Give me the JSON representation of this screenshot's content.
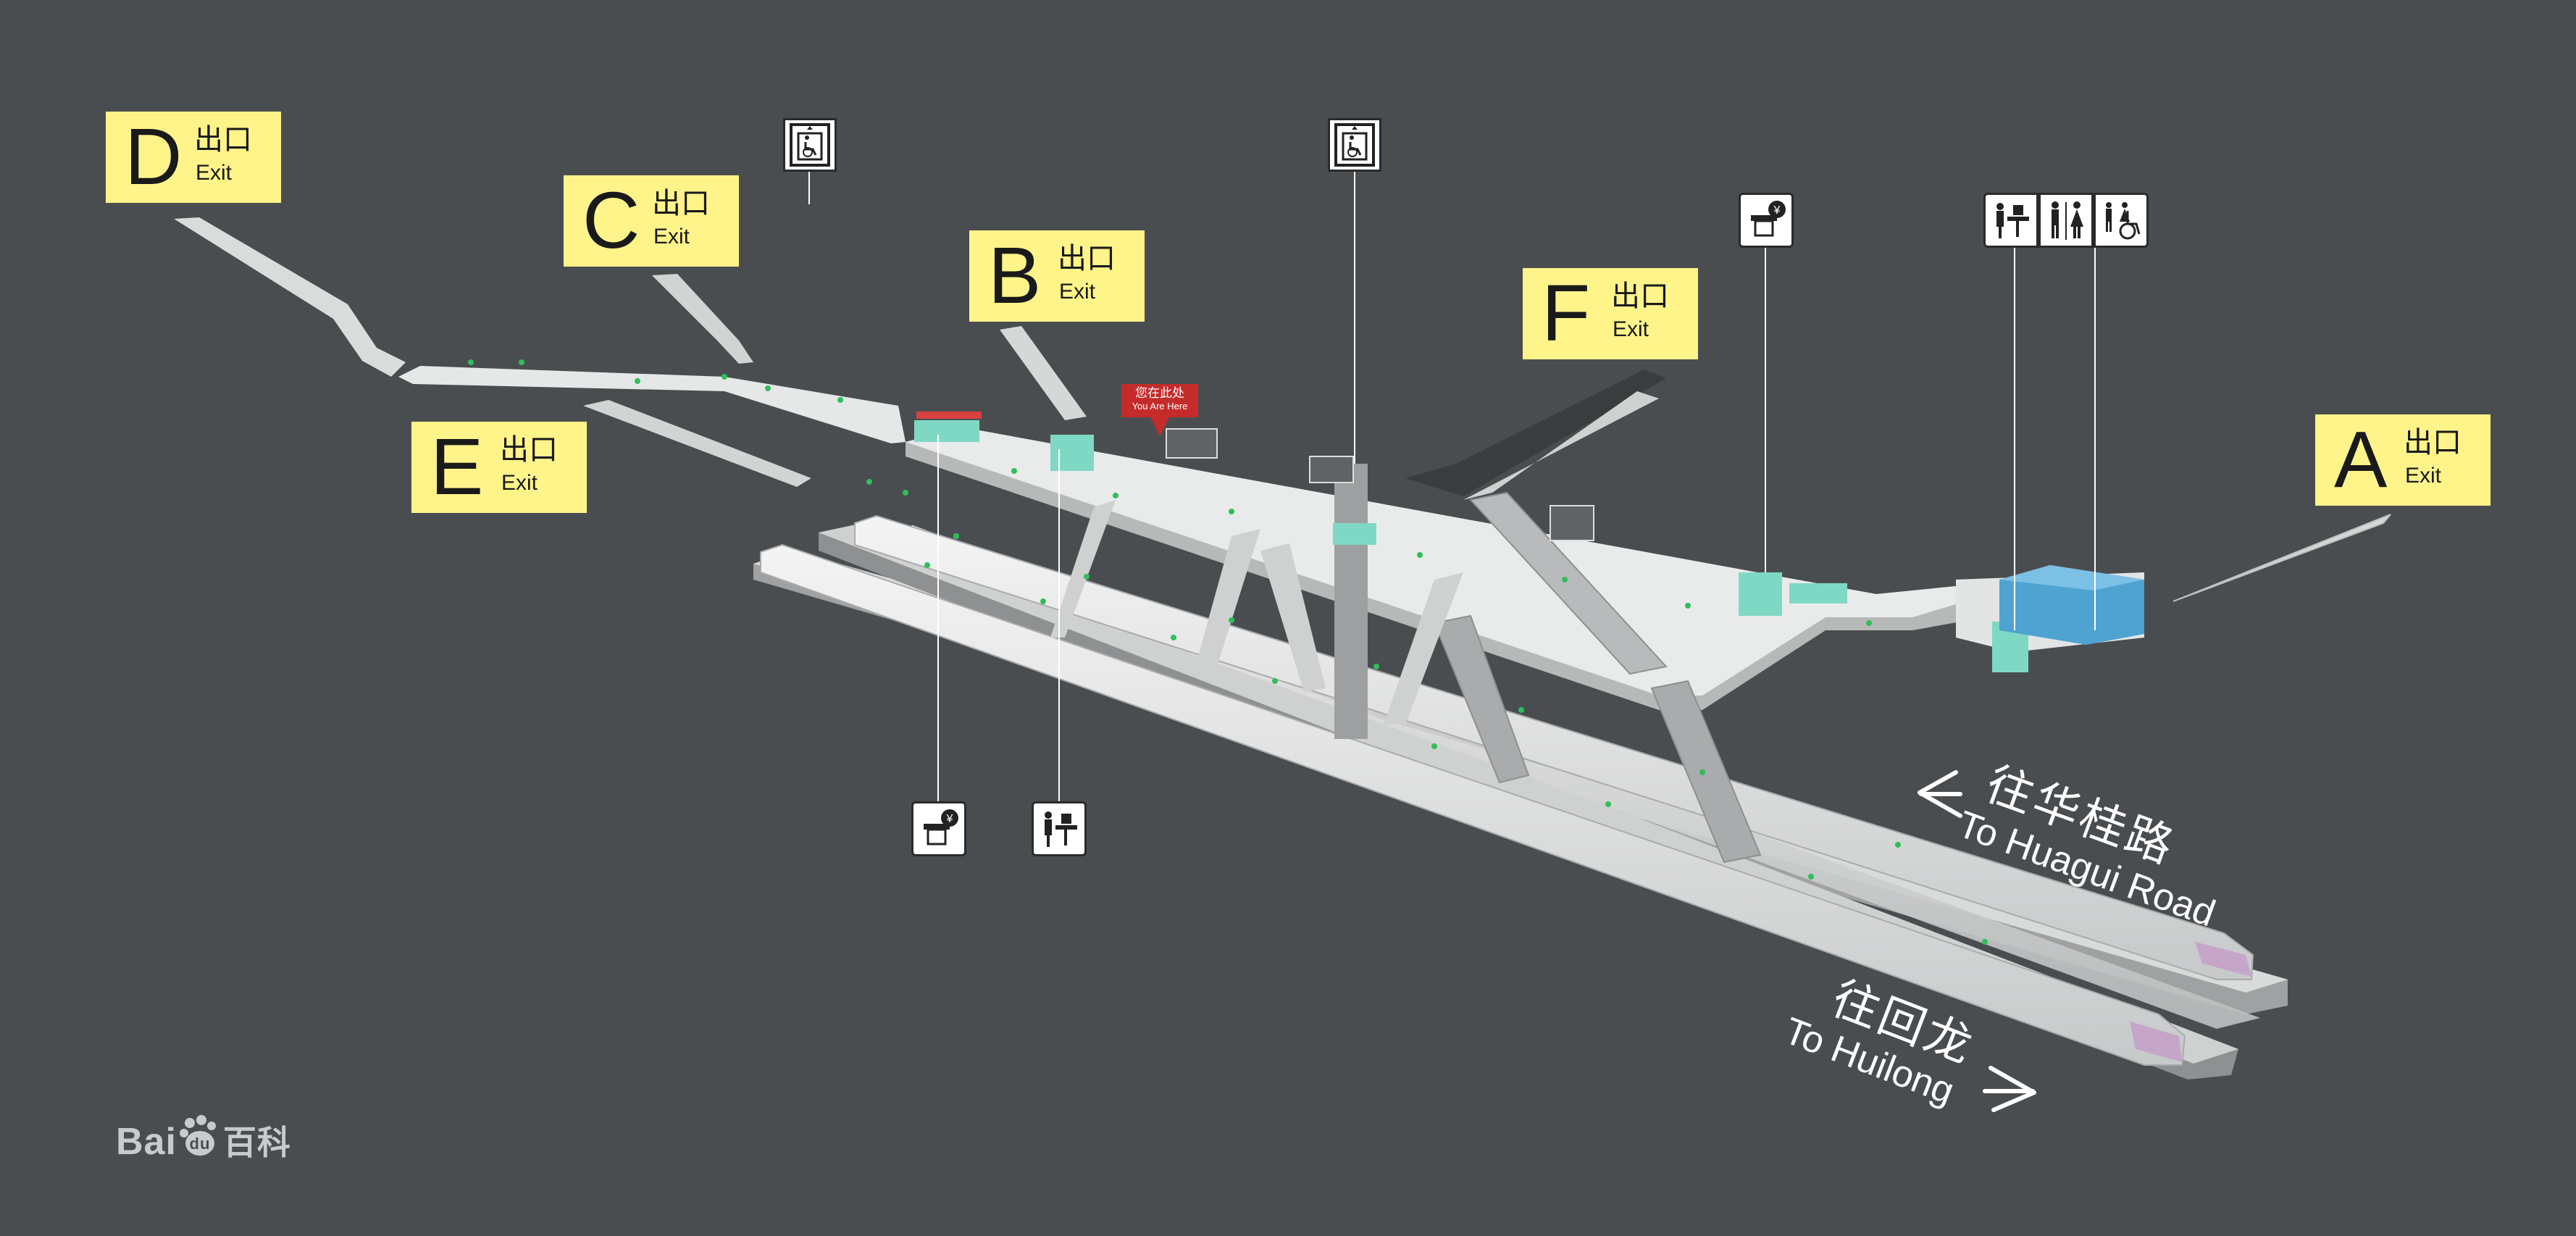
{
  "exits": [
    {
      "id": "D",
      "letter": "D",
      "cn": "出口",
      "en": "Exit"
    },
    {
      "id": "C",
      "letter": "C",
      "cn": "出口",
      "en": "Exit"
    },
    {
      "id": "B",
      "letter": "B",
      "cn": "出口",
      "en": "Exit"
    },
    {
      "id": "E",
      "letter": "E",
      "cn": "出口",
      "en": "Exit"
    },
    {
      "id": "F",
      "letter": "F",
      "cn": "出口",
      "en": "Exit"
    },
    {
      "id": "A",
      "letter": "A",
      "cn": "出口",
      "en": "Exit"
    }
  ],
  "you_are_here": {
    "cn": "您在此处",
    "en": "You Are Here"
  },
  "directions": {
    "huagui": {
      "cn": "往华桂路",
      "en": "To Huagui Road"
    },
    "huilong": {
      "cn": "往回龙",
      "en": "To Huilong"
    }
  },
  "facility_icons": [
    "elevator-icon",
    "elevator-icon",
    "ticket-machine-icon",
    "service-center-icon",
    "toilet-icon",
    "accessible-toilet-icon",
    "ticket-machine-icon",
    "service-center-icon"
  ],
  "watermark": {
    "brand": "Bai",
    "brand_suffix": "du",
    "cn": "百科"
  },
  "colors": {
    "background": "#4a4d50",
    "exit_sign": "#fff48a",
    "structure": "#e6e8e8",
    "gate_teal": "#7fd8c4",
    "toilet_blue": "#4ea3d1",
    "here_red": "#c52b2b",
    "arrow_green": "#2fbf5a"
  }
}
